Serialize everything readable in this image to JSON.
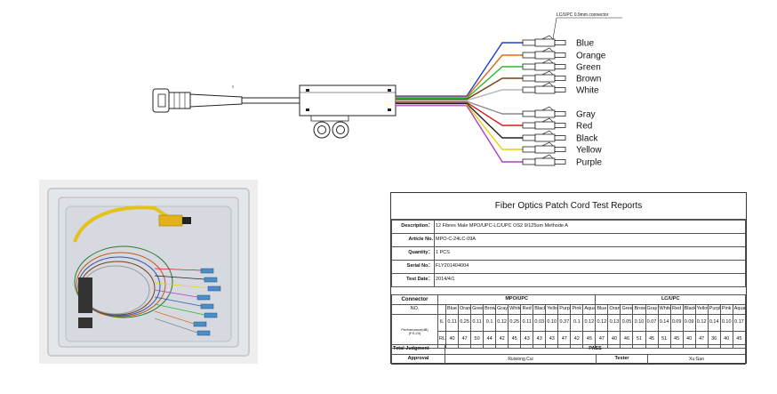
{
  "diagram": {
    "connector_note": "LC/UPC 0.9mm connector",
    "fibers": [
      {
        "label": "Blue",
        "color": "#1f3fcc"
      },
      {
        "label": "Orange",
        "color": "#e06a1a"
      },
      {
        "label": "Green",
        "color": "#2fb52f"
      },
      {
        "label": "Brown",
        "color": "#7a3e12"
      },
      {
        "label": "White",
        "color": "#b5b5b5"
      },
      {
        "label": "Gray",
        "color": "#8a8a8a"
      },
      {
        "label": "Red",
        "color": "#d81c1c"
      },
      {
        "label": "Black",
        "color": "#222222"
      },
      {
        "label": "Yellow",
        "color": "#e8d400"
      },
      {
        "label": "Purple",
        "color": "#b43cc8"
      }
    ]
  },
  "report": {
    "title": "Fiber Optics Patch Cord Test Reports",
    "fields": [
      {
        "key": "Description：",
        "value": "12 Fibres Male MPO/UPC-LC/UPC OS2 9/125um Methode A"
      },
      {
        "key": "Article No.",
        "value": "MPO-C-24LC-09A"
      },
      {
        "key": "Quantity：",
        "value": "1 PCS"
      },
      {
        "key": "Serial No：",
        "value": "FLY201404004"
      },
      {
        "key": "Test Date：",
        "value": "2014/4/1"
      }
    ],
    "connector_label": "Connector",
    "group_left": "MPO/UPC",
    "group_right": "LC/UPC",
    "no_label": "NO.",
    "colors_left": [
      "Blue",
      "Orange",
      "Green",
      "Brown",
      "Gray",
      "White",
      "Red",
      "Black",
      "Yellow",
      "Purple",
      "Pink",
      "Aqua"
    ],
    "colors_right": [
      "Blue",
      "Orange",
      "Green",
      "Brown",
      "Gray",
      "White",
      "Red",
      "Black",
      "Yellow",
      "Purple",
      "Pink",
      "Aqua"
    ],
    "perf_label": "Performance(dB)",
    "perf_sub": "(FS-24)",
    "il_label": "IL",
    "rl_label": "RL",
    "il_left": [
      "0.11",
      "0.25",
      "0.11",
      "0.1",
      "0.12",
      "0.25",
      "0.11",
      "0.03",
      "0.10",
      "0.37",
      "0.1",
      "0.12"
    ],
    "il_right": [
      "0.12",
      "0.13",
      "0.05",
      "0.10",
      "0.07",
      "0.14",
      "0.09",
      "0.09",
      "0.12",
      "0.14",
      "0.10",
      "0.17"
    ],
    "rl_left": [
      "40",
      "47",
      "50",
      "44",
      "42",
      "45",
      "43",
      "43",
      "43",
      "47",
      "42",
      "45"
    ],
    "rl_right": [
      "47",
      "40",
      "46",
      "51",
      "45",
      "51",
      "45",
      "40",
      "47",
      "36",
      "40",
      "45"
    ],
    "total_label": "Total Judgment",
    "total_value": "PASS",
    "approval_label": "Approval",
    "approval_value": "Ruixiong Cui",
    "tester_label": "Tester",
    "tester_value": "Xu Gao"
  }
}
